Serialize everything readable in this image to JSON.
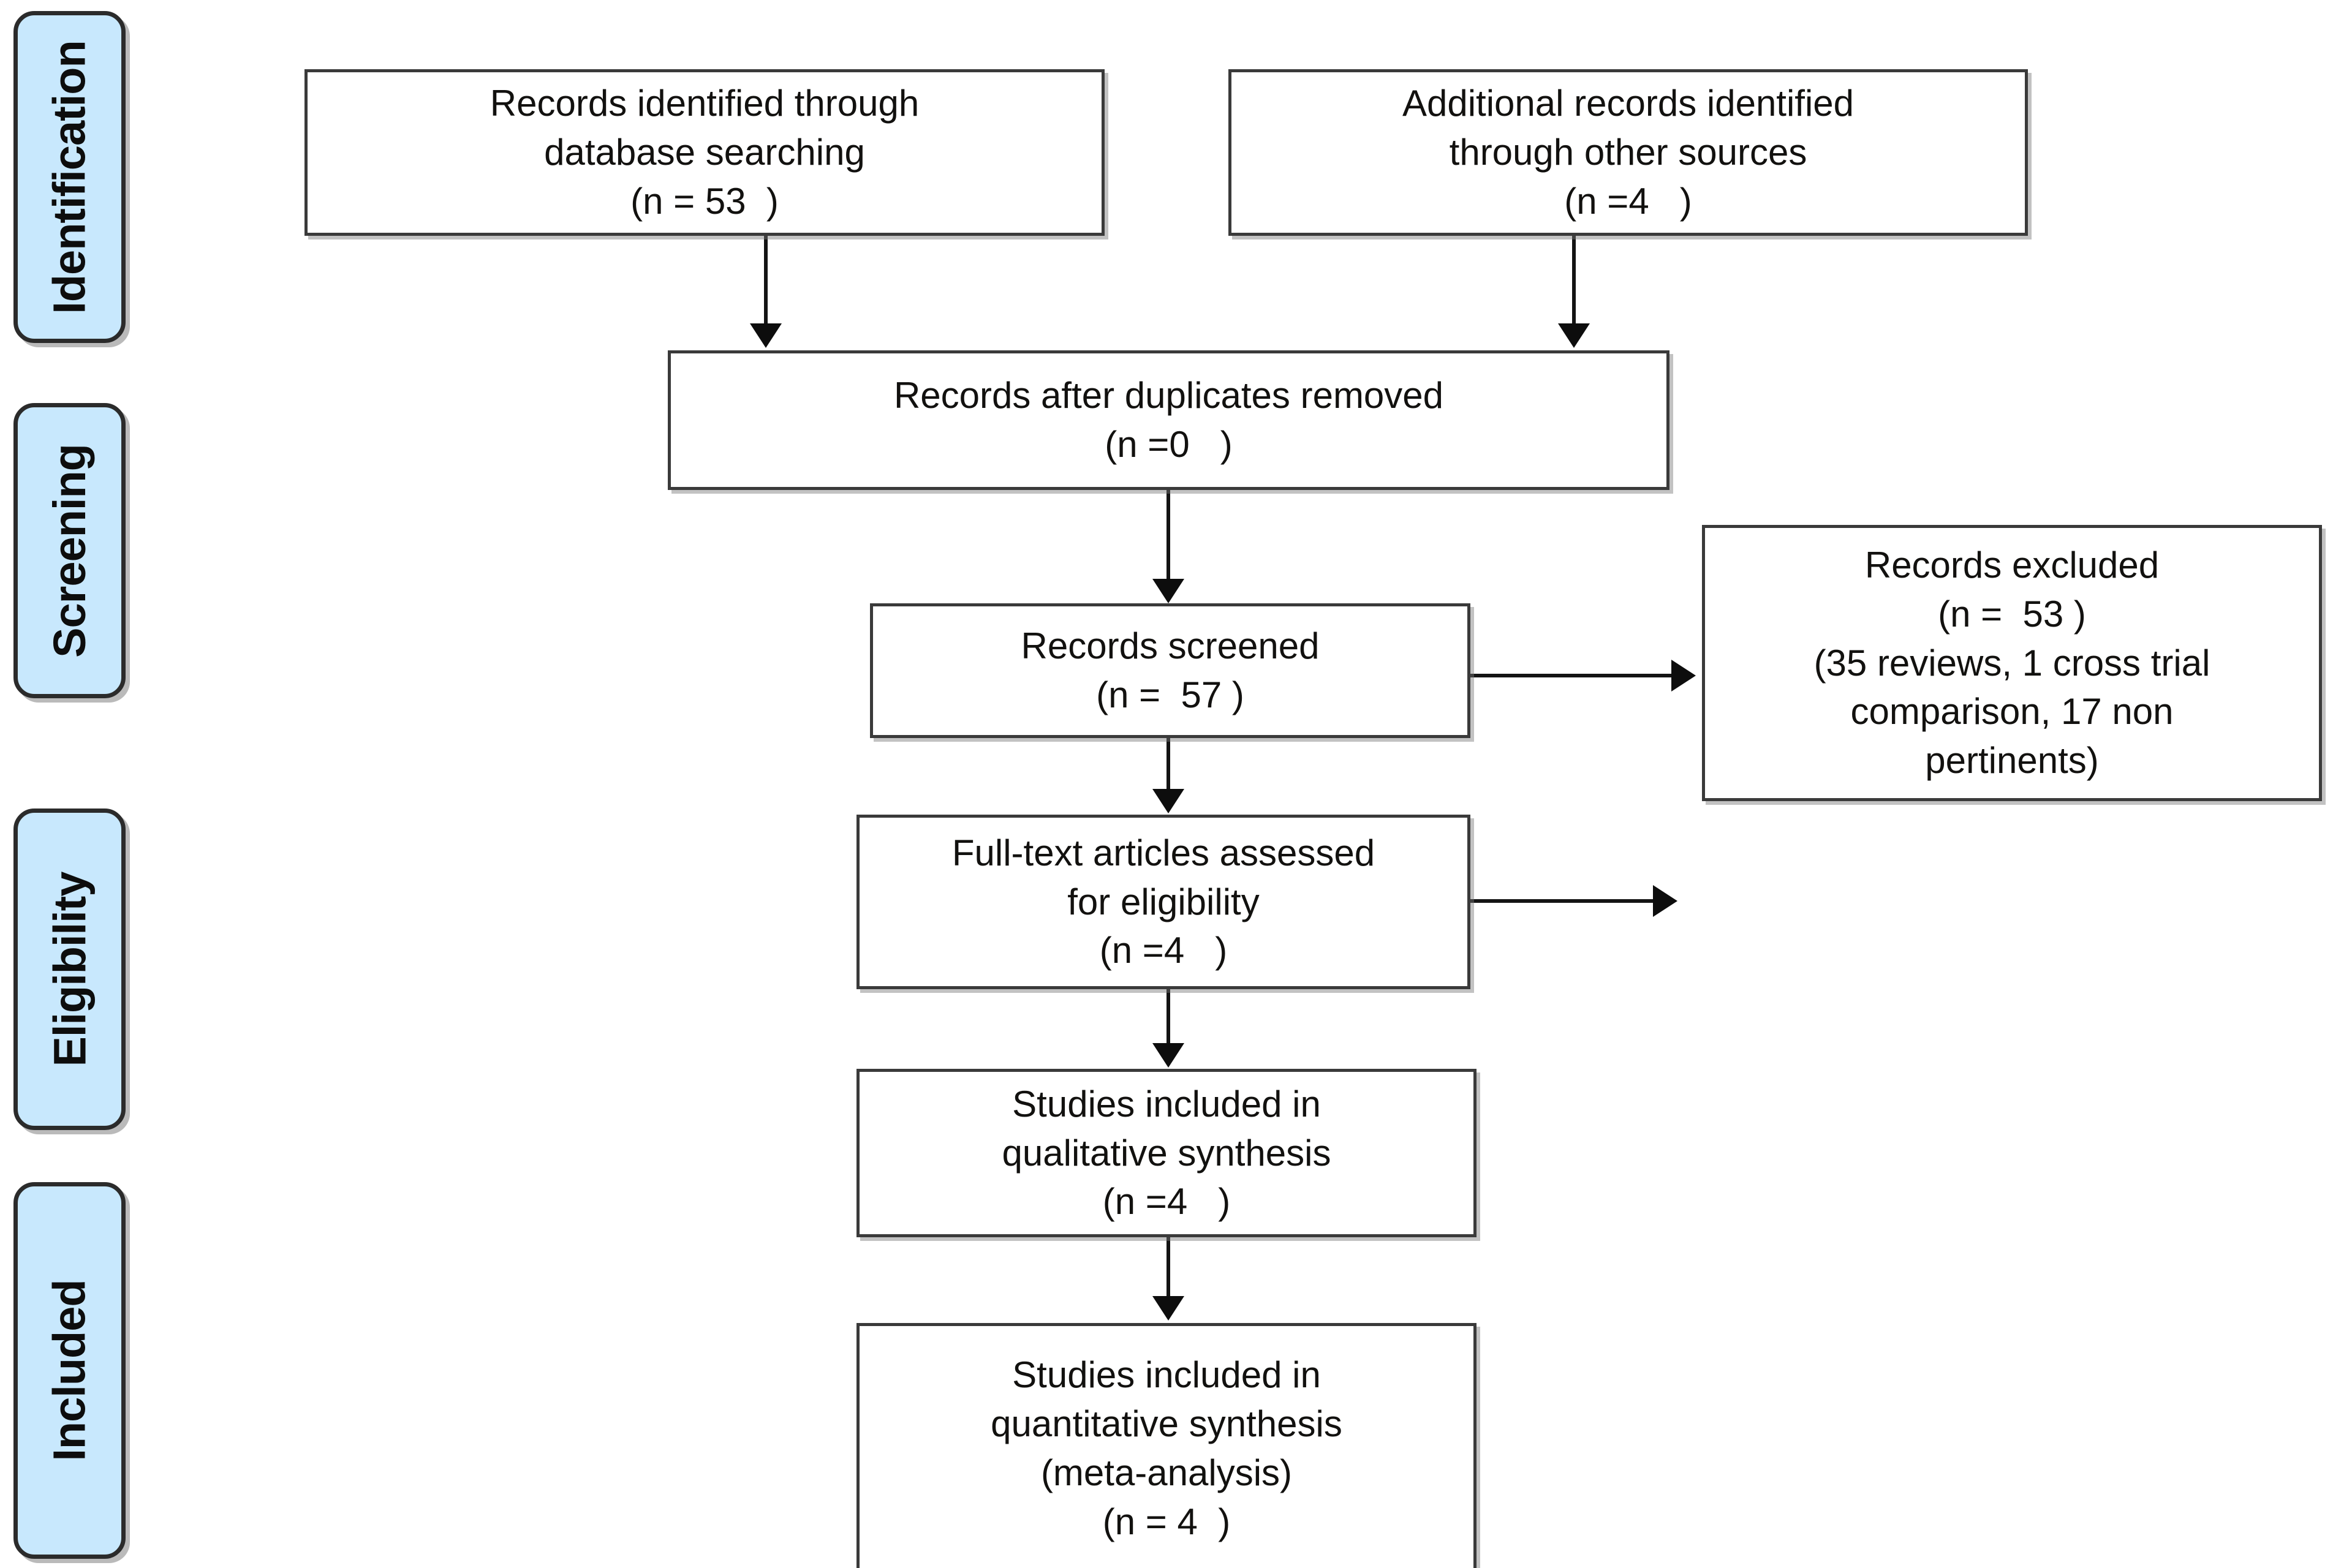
{
  "diagram": {
    "title": "PRISMA flow diagram",
    "colors": {
      "stage_pill_fill": "#c8e8fd",
      "stage_pill_border": "#2b2b2b",
      "box_border": "#3a3a3a",
      "box_fill": "#ffffff",
      "connector": "#141414",
      "text": "#12110f",
      "page_background": "#ffffff"
    },
    "stages": [
      {
        "id": "identification",
        "label": "Identification"
      },
      {
        "id": "screening",
        "label": "Screening"
      },
      {
        "id": "eligibility",
        "label": "Eligibility"
      },
      {
        "id": "included",
        "label": "Included"
      }
    ],
    "boxes": {
      "records_identified": {
        "lines": [
          "Records identified through",
          "database searching",
          "(n = 53  )"
        ]
      },
      "additional_records": {
        "lines": [
          "Additional records identified",
          "through other sources",
          "(n =4   )"
        ]
      },
      "duplicates_removed": {
        "lines": [
          "Records after duplicates removed",
          "(n =0   )"
        ]
      },
      "records_screened": {
        "lines": [
          "Records screened",
          "(n =  57 )"
        ]
      },
      "records_excluded": {
        "lines": [
          "Records excluded",
          "(n =  53 )",
          "(35 reviews, 1 cross trial",
          "comparison, 17 non",
          "pertinents)"
        ]
      },
      "full_text_assessed": {
        "lines": [
          "Full-text articles assessed",
          "for eligibility",
          "(n =4   )"
        ]
      },
      "qualitative_synthesis": {
        "lines": [
          "Studies included in",
          "qualitative synthesis",
          "(n =4   )"
        ]
      },
      "quantitative_synthesis": {
        "lines": [
          "Studies included in",
          "quantitative synthesis",
          "(meta-analysis)",
          "(n = 4  )"
        ]
      }
    },
    "counts": {
      "database_searching": 53,
      "other_sources": 4,
      "after_duplicates": 0,
      "screened": 57,
      "excluded": 53,
      "excluded_reviews": 35,
      "excluded_cross_trial_comparison": 1,
      "excluded_non_pertinents": 17,
      "full_text_assessed": 4,
      "qualitative": 4,
      "quantitative": 4
    }
  }
}
